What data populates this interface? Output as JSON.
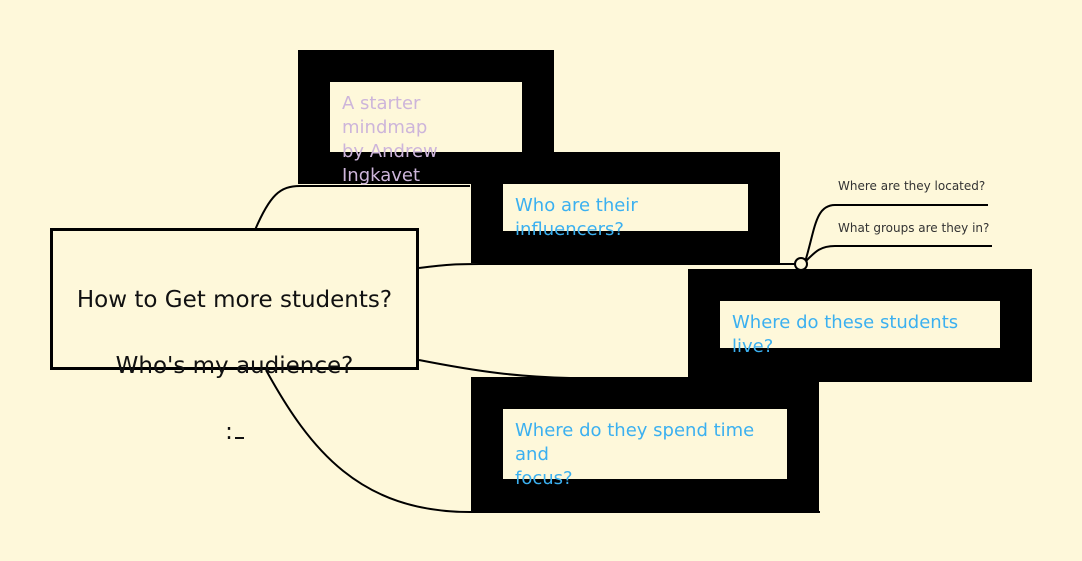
{
  "canvas": {
    "background": "#fef8da"
  },
  "root_topic": {
    "line1": "How to Get more students?",
    "line2": "Who's my audience?",
    "line3": ":"
  },
  "topics": {
    "starter": {
      "text": "A starter mindmap\nby Andrew Ingkavet",
      "color": "#cdb5da"
    },
    "influencers": {
      "text": "Who are their influencers?",
      "color": "#3bb0f0"
    },
    "live": {
      "text": "Where do these students live?",
      "color": "#3bb0f0"
    },
    "spend_time": {
      "text": "Where do they spend time and\nfocus?",
      "color": "#3bb0f0"
    }
  },
  "subtopics": {
    "located": "Where are they located?",
    "groups": "What groups are they in?"
  },
  "colors": {
    "topic_fill": "#000000",
    "line": "#000000"
  }
}
